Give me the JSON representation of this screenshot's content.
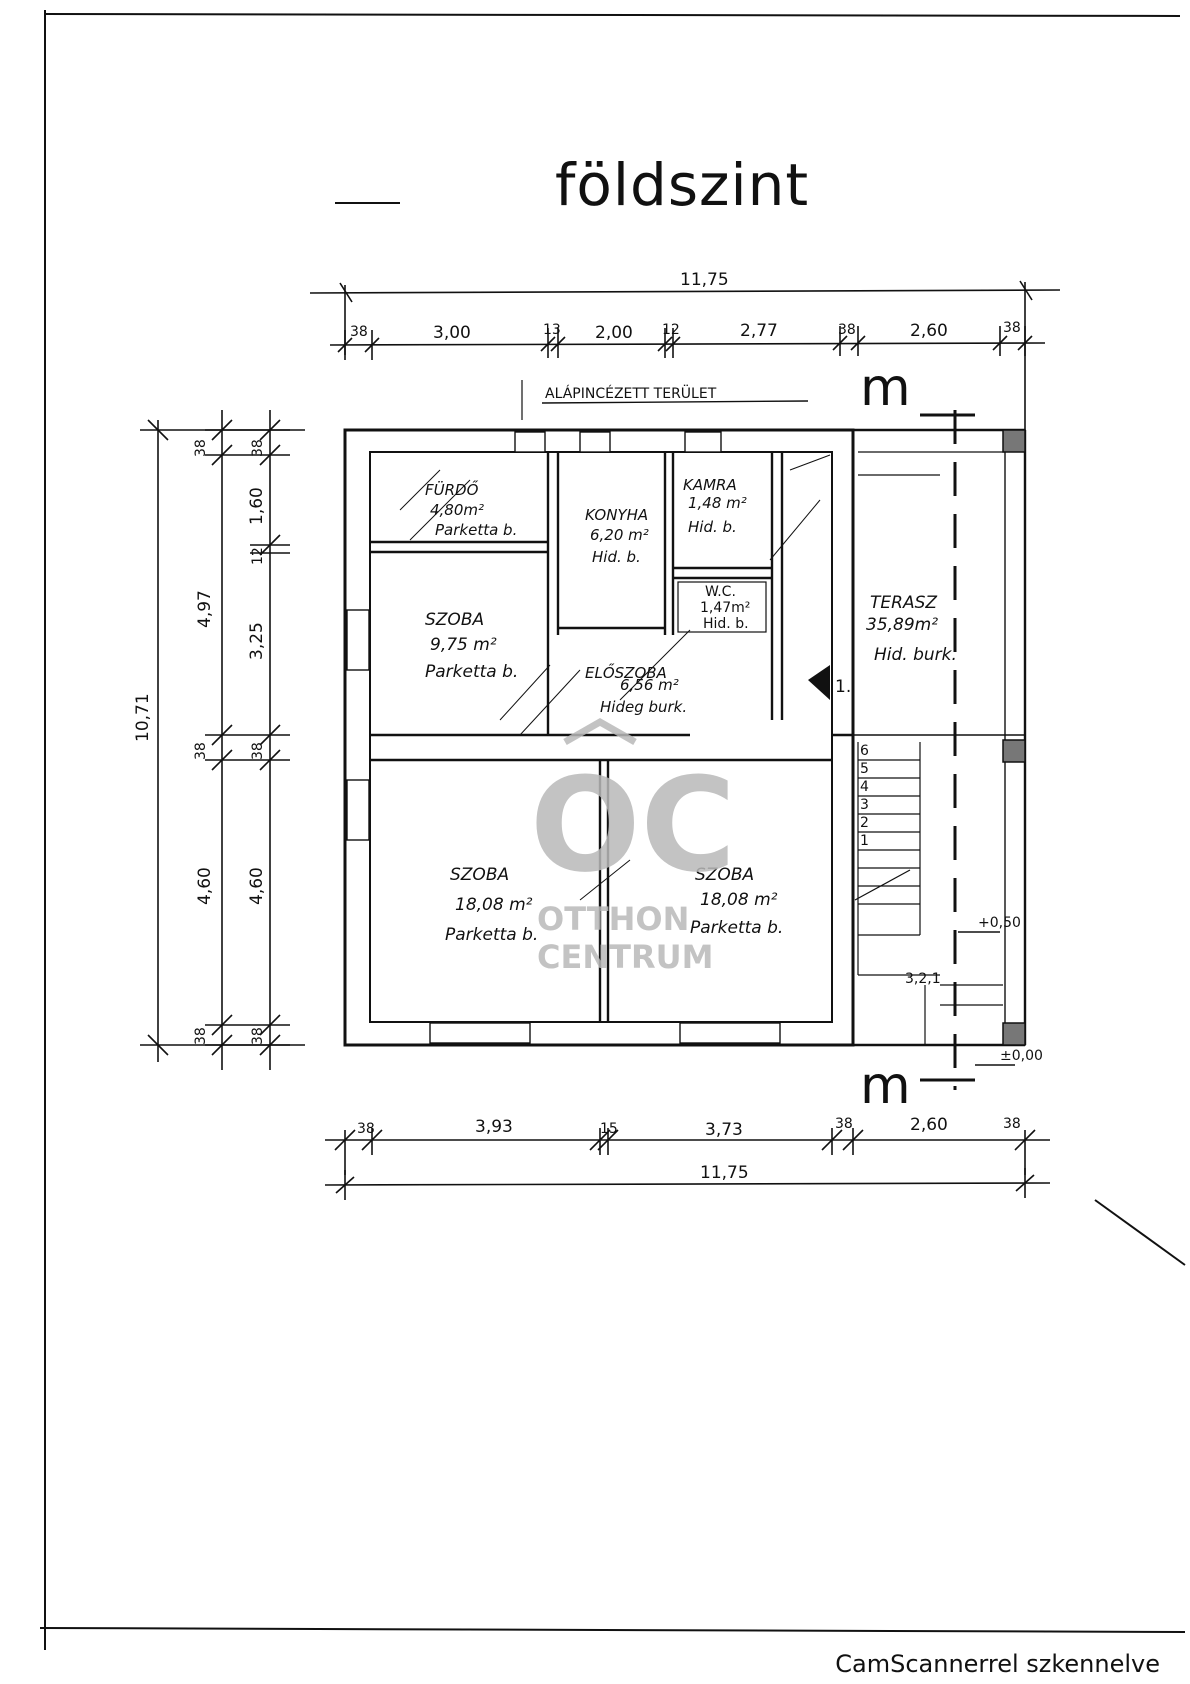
{
  "title": "földszint",
  "overall_top": "11,75",
  "overall_bottom": "11,75",
  "overall_left": "10,71",
  "top_dims": [
    "38",
    "3,00",
    "13",
    "2,00",
    "12",
    "2,77",
    "38",
    "2,60",
    "38"
  ],
  "bottom_dims": [
    "38",
    "3,93",
    "15",
    "3,73",
    "38",
    "2,60",
    "38"
  ],
  "left_outer": [
    "38",
    "4,97",
    "38",
    "4,60",
    "38"
  ],
  "left_inner": [
    "38",
    "1,60",
    "12",
    "3,25",
    "38",
    "4,60",
    "38"
  ],
  "section_label": "ALÁPINCÉZETT TERÜLET",
  "section_marker": "m",
  "entrance": "1.",
  "levels": {
    "terrace": "+0,50",
    "ground": "±0,00"
  },
  "stair_run": "3,2,1",
  "stair_numbers": [
    "6",
    "5",
    "4",
    "3",
    "2",
    "1"
  ],
  "rooms": {
    "furdo": {
      "name": "FÜRDŐ",
      "area": "4,80m²",
      "floor": "Parketta b."
    },
    "konyha": {
      "name": "KONYHA",
      "area": "6,20 m²",
      "floor": "Hid. b."
    },
    "kamra": {
      "name": "KAMRA",
      "area": "1,48 m²",
      "floor": "Hid. b."
    },
    "wc": {
      "name": "W.C.",
      "area": "1,47m²",
      "floor": "Hid. b."
    },
    "szoba1": {
      "name": "SZOBA",
      "area": "9,75 m²",
      "floor": "Parketta b."
    },
    "eloszoba": {
      "name": "ELŐSZOBA",
      "area": "6,56 m²",
      "floor": "Hideg burk."
    },
    "terasz": {
      "name": "TERASZ",
      "area": "35,89m²",
      "floor": "Hid. burk."
    },
    "szoba2": {
      "name": "SZOBA",
      "area": "18,08 m²",
      "floor": "Parketta b."
    },
    "szoba3": {
      "name": "SZOBA",
      "area": "18,08 m²",
      "floor": "Parketta b."
    }
  },
  "watermark": {
    "logo": "OC",
    "line1": "OTTHON",
    "line2": "CENTRUM"
  },
  "footer": "CamScannerrel szkennelve"
}
